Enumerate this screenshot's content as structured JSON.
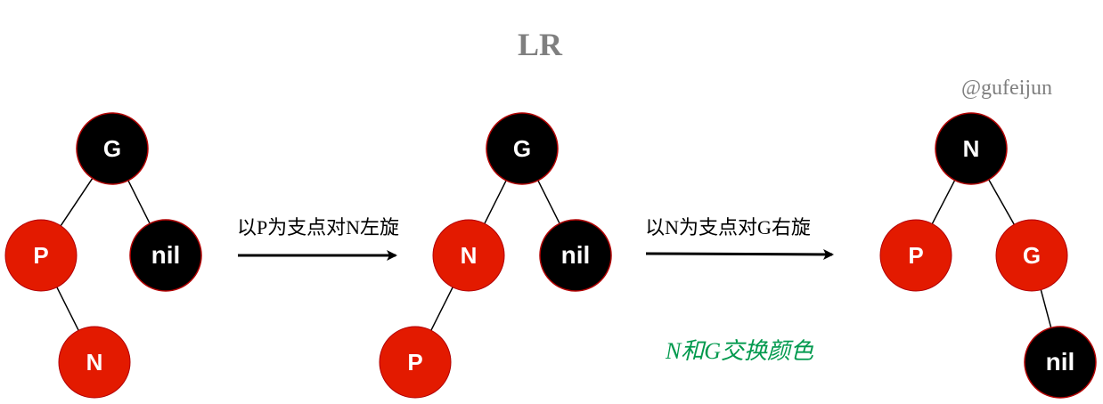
{
  "title": "LR",
  "watermark": "@gufeijun",
  "colors": {
    "red": "#e31a00",
    "black": "#000000",
    "red_stroke": "#b20000",
    "note": "#00994d",
    "title": "#7f7f7f"
  },
  "steps": [
    {
      "label": "以P为支点对N左旋"
    },
    {
      "label": "以N为支点对G右旋"
    }
  ],
  "note": "N和G交换颜色",
  "trees": [
    {
      "nodes": [
        {
          "id": "G",
          "label": "G",
          "color": "black"
        },
        {
          "id": "P",
          "label": "P",
          "color": "red"
        },
        {
          "id": "nil",
          "label": "nil",
          "color": "black"
        },
        {
          "id": "N",
          "label": "N",
          "color": "red"
        }
      ],
      "edges": [
        [
          "G",
          "P"
        ],
        [
          "G",
          "nil"
        ],
        [
          "P",
          "N"
        ]
      ]
    },
    {
      "nodes": [
        {
          "id": "G",
          "label": "G",
          "color": "black"
        },
        {
          "id": "N",
          "label": "N",
          "color": "red"
        },
        {
          "id": "nil",
          "label": "nil",
          "color": "black"
        },
        {
          "id": "P",
          "label": "P",
          "color": "red"
        }
      ],
      "edges": [
        [
          "G",
          "N"
        ],
        [
          "G",
          "nil"
        ],
        [
          "N",
          "P"
        ]
      ]
    },
    {
      "nodes": [
        {
          "id": "N",
          "label": "N",
          "color": "black"
        },
        {
          "id": "P",
          "label": "P",
          "color": "red"
        },
        {
          "id": "G",
          "label": "G",
          "color": "red"
        },
        {
          "id": "nil",
          "label": "nil",
          "color": "black"
        }
      ],
      "edges": [
        [
          "N",
          "P"
        ],
        [
          "N",
          "G"
        ],
        [
          "G",
          "nil"
        ]
      ]
    }
  ]
}
